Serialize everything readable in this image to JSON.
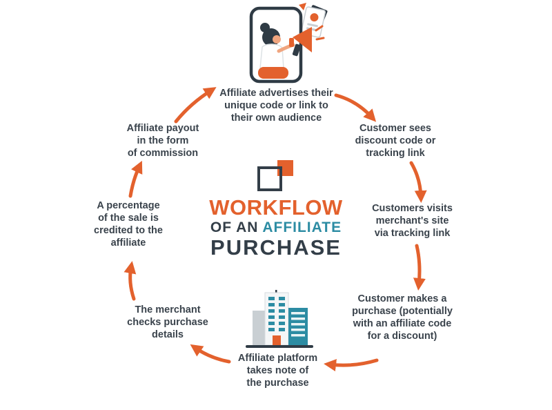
{
  "diagram_title": {
    "word1": "WORKFLOW",
    "word2": "OF AN",
    "word3": "AFFILIATE",
    "word4": "PURCHASE"
  },
  "steps": {
    "advertise": {
      "lines": [
        "Affiliate advertises their",
        "unique code or link to",
        "their own audience"
      ]
    },
    "customer_sees": {
      "lines": [
        "Customer sees",
        "discount code or",
        "tracking link"
      ]
    },
    "customer_visits": {
      "lines": [
        "Customers visits",
        "merchant's site",
        "via tracking link"
      ]
    },
    "customer_purchase": {
      "lines": [
        "Customer makes a",
        "purchase (potentially",
        "with an affiliate code",
        "for a discount)"
      ]
    },
    "platform_notes": {
      "lines": [
        "Affiliate platform",
        "takes note of",
        "the purchase"
      ]
    },
    "merchant_checks": {
      "lines": [
        "The merchant",
        "checks purchase",
        "details"
      ]
    },
    "sale_credited": {
      "lines": [
        "A percentage",
        "of the sale is",
        "credited to the",
        "affiliate"
      ]
    },
    "payout": {
      "lines": [
        "Affiliate payout",
        "in the form",
        "of commission"
      ]
    }
  },
  "icons": {
    "top": "affiliate-promoter-phone-illustration",
    "bottom": "affiliate-platform-buildings-illustration",
    "center": "overlapping-squares-mark"
  },
  "colors": {
    "orange": "#E3612D",
    "navy": "#333E48",
    "teal": "#2C8CA3",
    "text": "#3A434C"
  }
}
